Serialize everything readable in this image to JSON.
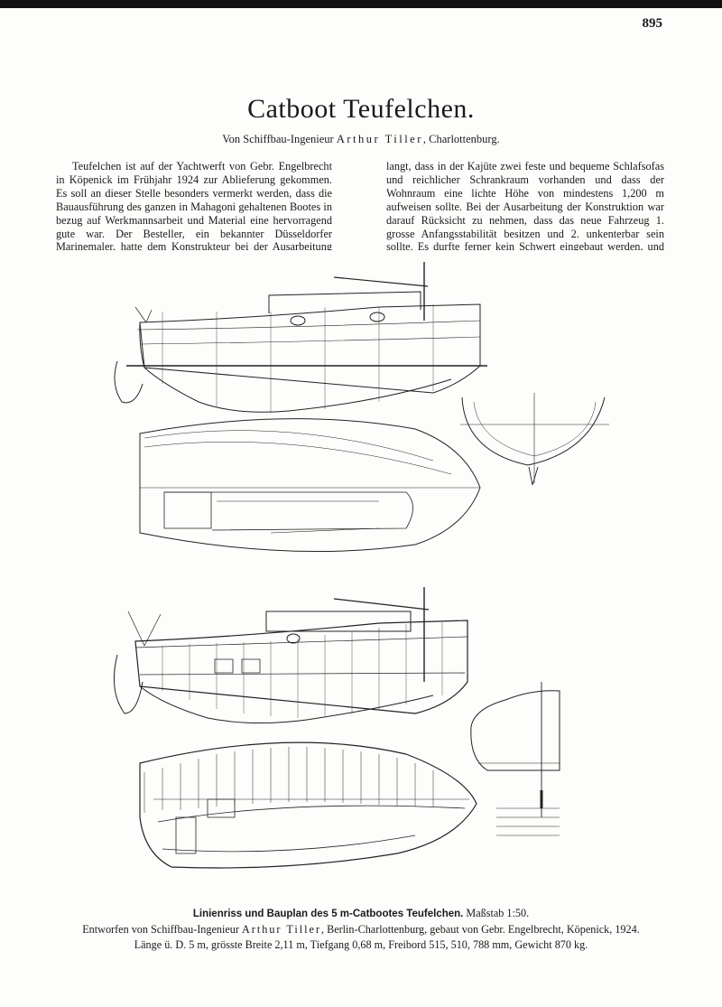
{
  "page_number": "895",
  "article": {
    "title": "Catboot Teufelchen.",
    "byline": {
      "prefix": "Von Schiffbau-Ingenieur",
      "author": "Arthur Tiller",
      "suffix": ", Charlottenburg."
    },
    "column_left": "Teufelchen ist auf der Yachtwerft von Gebr. Engelbrecht in Köpenick im Frühjahr 1924 zur Ablieferung gekommen. Es soll an dieser Stelle besonders vermerkt werden, dass die Bauausführung des ganzen in Mahagoni gehaltenen Bootes in bezug auf Werkmannsarbeit und Material eine hervorragend gute war. Der Besteller, ein bekannter Düsseldorfer Marinemaler, hatte dem Konstrukteur bei der Ausarbeitung der Pläne nahezu völlig freie Hand gelassen. Es wurde nur ver-",
    "column_right": "langt, dass in der Kajüte zwei feste und bequeme Schlafsofas und reichlicher Schrankraum vorhanden und dass der Wohnraum eine lichte Höhe von mindestens 1,200 m aufweisen sollte. Bei der Ausarbeitung der Konstruktion war darauf Rücksicht zu nehmen, dass das neue Fahrzeug 1. grosse Anfangsstabilität besitzen und 2. unkenterbar sein sollte. Es durfte ferner kein Schwert eingebaut werden, und nur ein einziges Segel sollte zulässig sein. Das Ruder, über dem"
  },
  "caption": {
    "line1_bold": "Linienriss und Bauplan des 5 m-Catbootes Teufelchen.",
    "line1_rest": "Maßstab 1:50.",
    "line2_prefix": "Entworfen von Schiffbau-Ingenieur",
    "line2_name": "Arthur Tiller",
    "line2_rest": ", Berlin-Charlottenburg, gebaut von Gebr. Engelbrecht, Köpenick, 1924.",
    "line3": "Länge ü. D. 5 m, grösste Breite 2,11 m, Tiefgang 0,68 m, Freibord 515, 510, 788 mm, Gewicht 870 kg."
  }
}
